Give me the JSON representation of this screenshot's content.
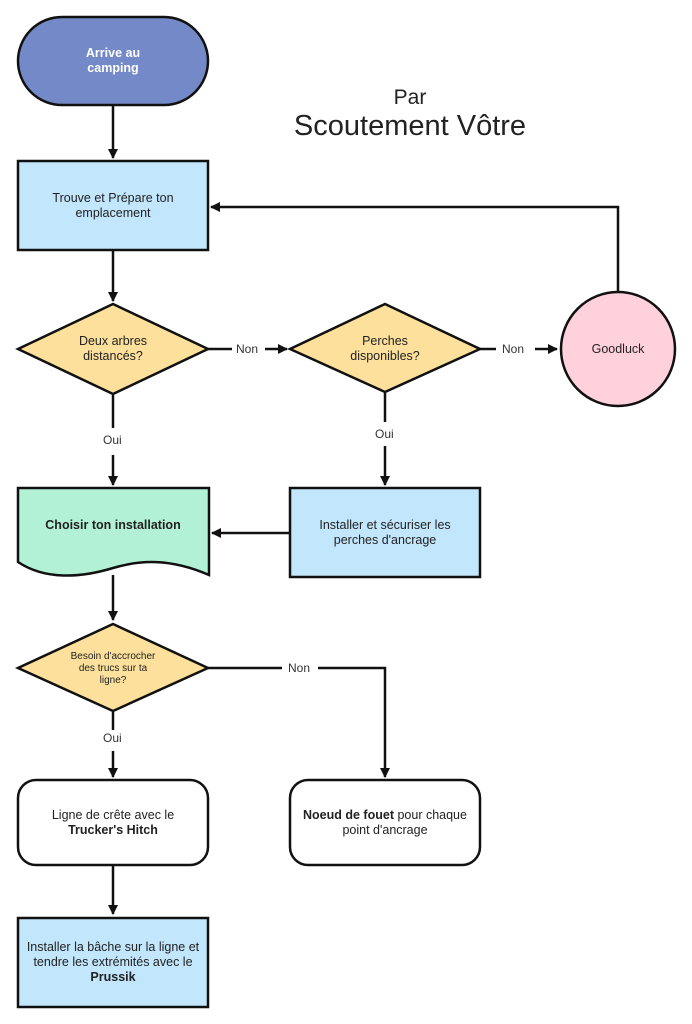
{
  "header": {
    "by": "Par",
    "author": "Scoutement Vôtre"
  },
  "colors": {
    "start": "#7489c7",
    "process_blue": "#c2e6fb",
    "decision": "#fce09b",
    "document_green": "#b3f1d6",
    "terminal_pink": "#ffd1dc",
    "white": "#ffffff",
    "stroke": "#111111"
  },
  "nodes": {
    "start": {
      "line1": "Arrive au",
      "line2": "camping"
    },
    "prepare": {
      "line1": "Trouve et Prépare ton",
      "line2": "emplacement"
    },
    "trees": {
      "line1": "Deux arbres",
      "line2": "distancés?"
    },
    "poles": {
      "line1": "Perches",
      "line2": "disponibles?"
    },
    "goodluck": {
      "text": "Goodluck"
    },
    "choose": {
      "text": "Choisir ton installation"
    },
    "install_poles": {
      "line1": "Installer et sécuriser les",
      "line2": "perches d'ancrage"
    },
    "hang": {
      "line1": "Besoin d'accrocher",
      "line2": "des trucs sur ta",
      "line3": "ligne?"
    },
    "ridgeline": {
      "line1": "Ligne de crête avec le",
      "line2": "Trucker's Hitch"
    },
    "whip": {
      "bold": "Noeud de fouet",
      "rest": " pour chaque",
      "line2": "point d'ancrage"
    },
    "tarp": {
      "line1": "Installer la bâche sur la ligne et",
      "line2": "tendre les extrémités avec le",
      "line3": "Prussik"
    }
  },
  "edges": {
    "trees_no": "Non",
    "poles_no": "Non",
    "trees_yes": "Oui",
    "poles_yes": "Oui",
    "hang_no": "Non",
    "hang_yes": "Oui"
  }
}
